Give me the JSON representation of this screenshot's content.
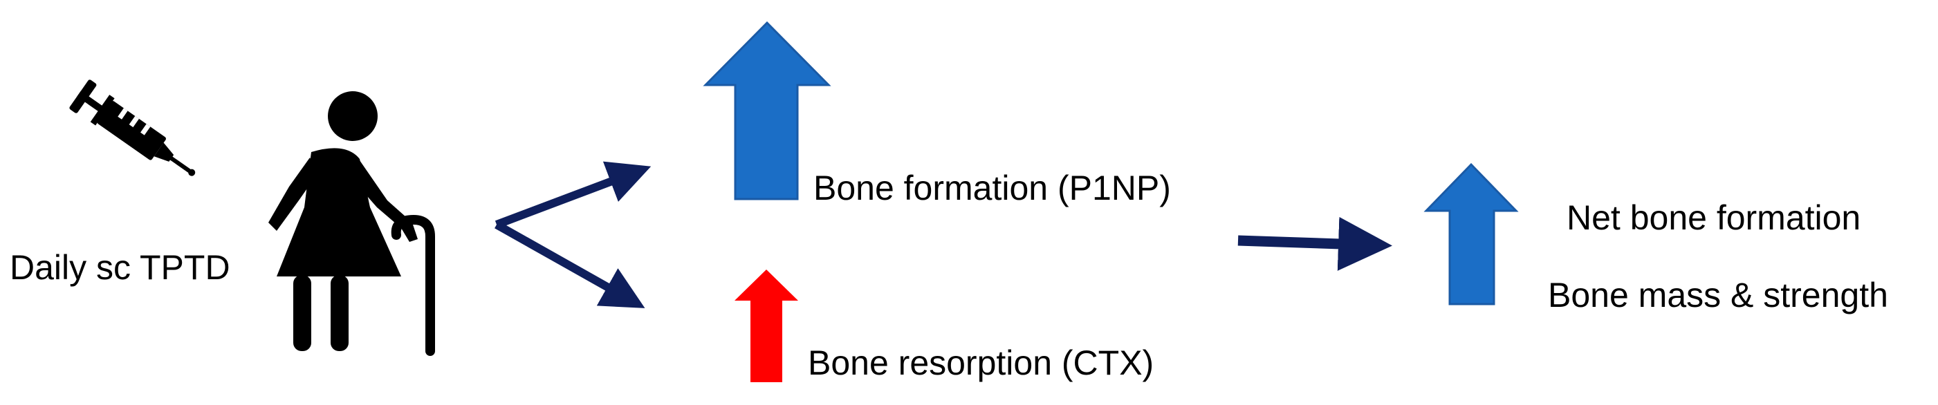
{
  "labels": {
    "treatment": "Daily sc TPTD",
    "formation": "Bone formation (P1NP)",
    "resorption": "Bone resorption (CTX)",
    "net_formation": "Net bone formation",
    "mass_strength": "Bone mass & strength"
  },
  "icons": {
    "syringe": "syringe-icon",
    "patient": "elderly-woman-with-cane-icon"
  },
  "colors": {
    "arrow_dark": "#0f1f5c",
    "increase_blue": "#1b6ec6",
    "increase_blue_stroke": "#1a5aa5",
    "increase_red": "#ff0000"
  }
}
